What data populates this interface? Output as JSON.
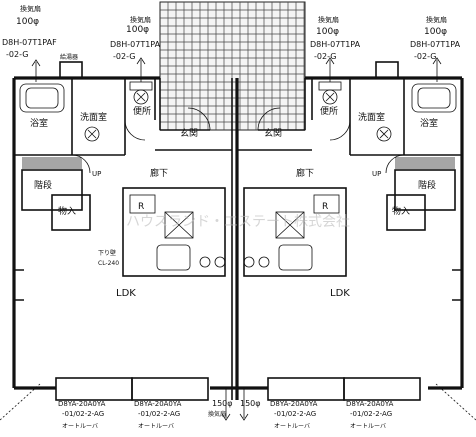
{
  "plan": {
    "units": [
      {
        "side": "left",
        "vent_top_size": "100φ",
        "vent_top_label": "換気扇",
        "vent_bath_model": "D8H-07T1PAF",
        "vent_bath_model_suffix": "-02-G",
        "vent_toilet_label": "換気扇",
        "vent_toilet_size": "100φ",
        "vent_toilet_model": "D8H-07T1PA",
        "vent_toilet_model_suffix": "-02-G",
        "toilet_small_note": "給湯器",
        "bathroom": "浴室",
        "washroom": "洗面室",
        "toilet": "便所",
        "entrance": "玄関",
        "hall": "廊下",
        "stairs_up": "UP",
        "stairs": "階段",
        "storage": "物入",
        "fridge": "R",
        "ceiling_note_1": "下り壁",
        "ceiling_note_2": "CL-240",
        "ldk": "LDK",
        "sash_1_model": "D8YA-20A0YA",
        "sash_1_suffix": "-01/02-2-AG",
        "sash_2_model": "D8YA-20A0YA",
        "sash_2_suffix": "-01/02-2-AG",
        "vent_bottom_size": "150φ",
        "vent_bottom_label": "換気扇",
        "bottom_note_1": "オートルーバ",
        "bottom_note_2": "オートルーバ"
      },
      {
        "side": "right",
        "vent_top_size": "100φ",
        "vent_top_label": "換気扇",
        "vent_bath_model": "D8H-07T1PA",
        "vent_bath_model_suffix": "-02-G",
        "vent_toilet_label": "換気扇",
        "vent_toilet_size": "100φ",
        "vent_toilet_model": "D8H-07T1PA",
        "vent_toilet_model_suffix": "-02-G",
        "bathroom": "浴室",
        "washroom": "洗面室",
        "toilet": "便所",
        "entrance": "玄関",
        "hall": "廊下",
        "stairs_up": "UP",
        "stairs": "階段",
        "storage": "物入",
        "fridge": "R",
        "ldk": "LDK",
        "sash_1_model": "D8YA-20A0YA",
        "sash_1_suffix": "-01/02-2-AG",
        "sash_2_model": "D8YA-20A0YA",
        "sash_2_suffix": "-01/02-2-AG",
        "vent_bottom_size": "150φ",
        "bottom_note_1": "オートルーバ",
        "bottom_note_2": "オートルーバ"
      }
    ],
    "watermark": "ハウスランド・エステート株式会社"
  }
}
